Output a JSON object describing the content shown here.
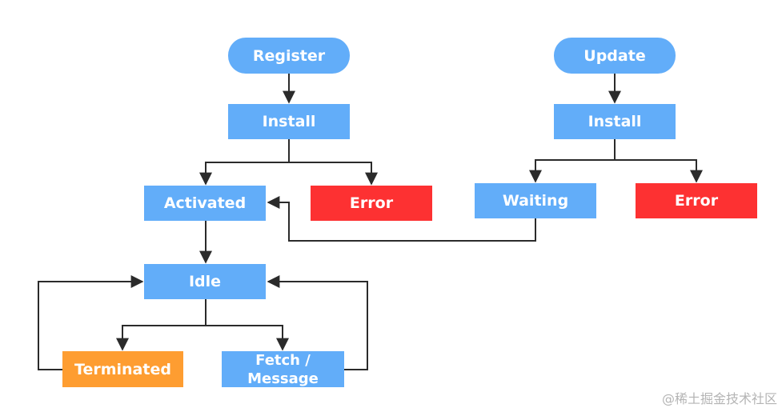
{
  "nodes": {
    "register": "Register",
    "install_left": "Install",
    "activated": "Activated",
    "error_left": "Error",
    "idle": "Idle",
    "terminated": "Terminated",
    "fetch_message": "Fetch /\nMessage",
    "update": "Update",
    "install_right": "Install",
    "waiting": "Waiting",
    "error_right": "Error"
  },
  "colors": {
    "node_blue": "#62adf9",
    "node_red": "#fd3132",
    "node_orange": "#fe9d31",
    "edge": "#2b2b2b"
  },
  "watermark": "@稀土掘金技术社区"
}
